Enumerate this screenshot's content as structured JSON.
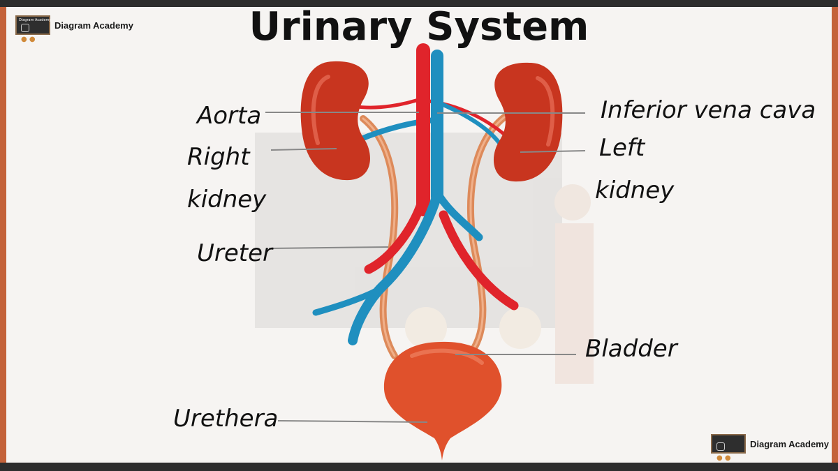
{
  "title": "Urinary System",
  "brand": {
    "name": "Diagram Academy",
    "board_text": "Diagram Academy"
  },
  "labels": {
    "aorta": "Aorta",
    "right_kidney_line1": "Right",
    "right_kidney_line2": "kidney",
    "ureter": "Ureter",
    "urethera": "Urethera",
    "inferior_vena_cava": "Inferior vena cava",
    "left_kidney_line1": "Left",
    "left_kidney_line2": "kidney",
    "bladder": "Bladder"
  },
  "colors": {
    "kidney": "#c8351f",
    "artery": "#e0242b",
    "vein": "#1f8fbf",
    "ureter": "#dd8a5a",
    "bladder": "#e0512c",
    "leader_line": "#888888",
    "frame_accent": "#c4623a"
  }
}
